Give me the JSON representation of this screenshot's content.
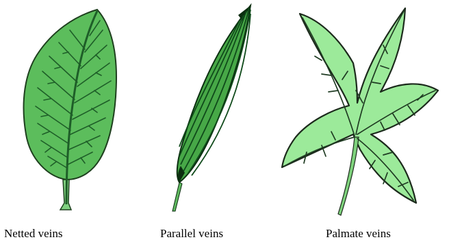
{
  "leaves": [
    {
      "caption": "Netted veins",
      "fill": "#5cbd5c",
      "vein": "#1e5e28",
      "outline": "#1e3f1e"
    },
    {
      "caption": "Parallel veins",
      "fill": "#47a847",
      "vein": "#0f4a1a",
      "outline": "#0b2e10"
    },
    {
      "caption": "Palmate veins",
      "fill": "#9cea9a",
      "vein": "#1f3b22",
      "outline": "#1c2a1c"
    }
  ]
}
